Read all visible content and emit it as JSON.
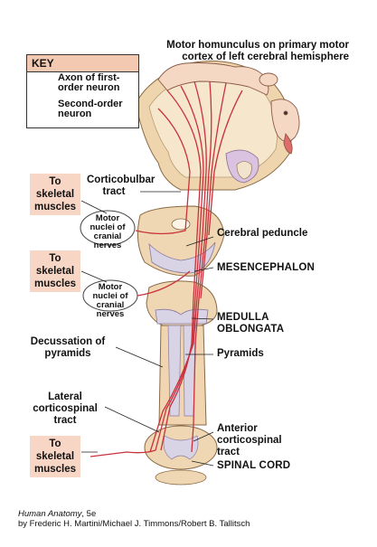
{
  "title": "Motor homunculus on primary motor cortex of left cerebral hemisphere",
  "key": {
    "heading": "KEY",
    "first_order": "Axon of first-order neuron",
    "second_order": "Second-order neuron"
  },
  "muscles": [
    "To skeletal muscles",
    "To skeletal muscles",
    "To skeletal muscles"
  ],
  "labels": {
    "corticobulbar": "Corticobulbar tract",
    "motor_nuclei_1": "Motor nuclei of cranial nerves",
    "motor_nuclei_2": "Motor nuclei of cranial nerves",
    "cerebral_peduncle": "Cerebral peduncle",
    "mesencephalon": "MESENCEPHALON",
    "medulla": "MEDULLA OBLONGATA",
    "decussation": "Decussation of pyramids",
    "pyramids": "Pyramids",
    "lateral_tract": "Lateral corticospinal tract",
    "anterior_tract": "Anterior corticospinal tract",
    "spinal_cord": "SPINAL CORD"
  },
  "credit": {
    "book": "Human Anatomy",
    "edition": ", 5e",
    "authors": "by Frederic H. Martini/Michael J. Timmons/Robert B. Tallitsch"
  },
  "colors": {
    "tract": "#c8323c",
    "cortex": "#f1d9b6",
    "brainstem": "#efd7b4",
    "white_matter": "#d9d3e6",
    "accent": "#f8d6c6"
  }
}
